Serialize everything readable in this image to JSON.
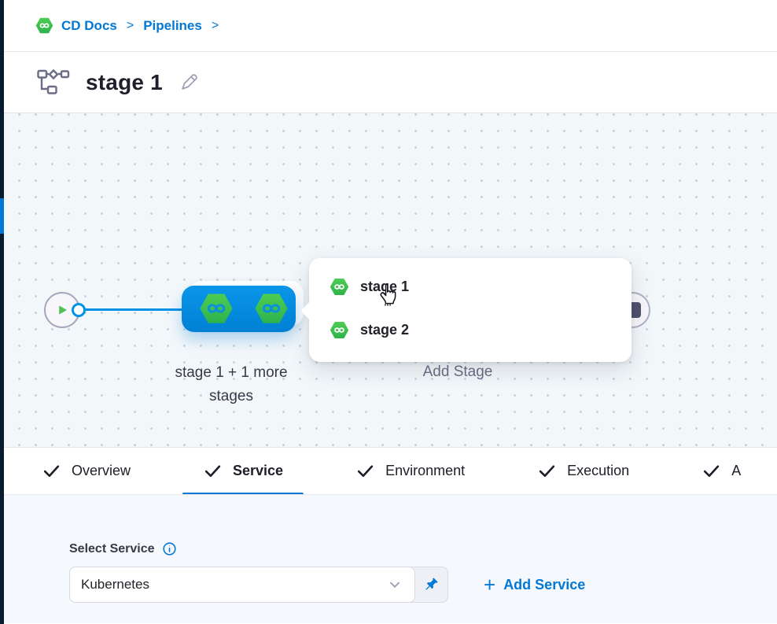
{
  "colors": {
    "primary_blue": "#0278d5",
    "node_blue_top": "#0a96e9",
    "node_blue_bottom": "#0080d4",
    "cd_green": "#42ba57",
    "rail_dark": "#081c30",
    "canvas_bg": "#f2f7fa"
  },
  "breadcrumb": {
    "items": [
      {
        "label": "CD Docs"
      },
      {
        "label": "Pipelines"
      }
    ],
    "separator": ">"
  },
  "title_bar": {
    "title": "stage 1"
  },
  "canvas": {
    "stage_label_line1": "stage 1 + 1 more",
    "stage_label_line2": "stages",
    "add_stage_label": "Add Stage",
    "stage_menu": {
      "items": [
        {
          "label": "stage 1"
        },
        {
          "label": "stage 2"
        }
      ]
    }
  },
  "tabs": [
    {
      "label": "Overview"
    },
    {
      "label": "Service"
    },
    {
      "label": "Environment"
    },
    {
      "label": "Execution"
    },
    {
      "label": "A"
    }
  ],
  "service_panel": {
    "label": "Select Service",
    "selected_service": "Kubernetes",
    "add_service_plus": "+",
    "add_service_label": "Add Service"
  }
}
